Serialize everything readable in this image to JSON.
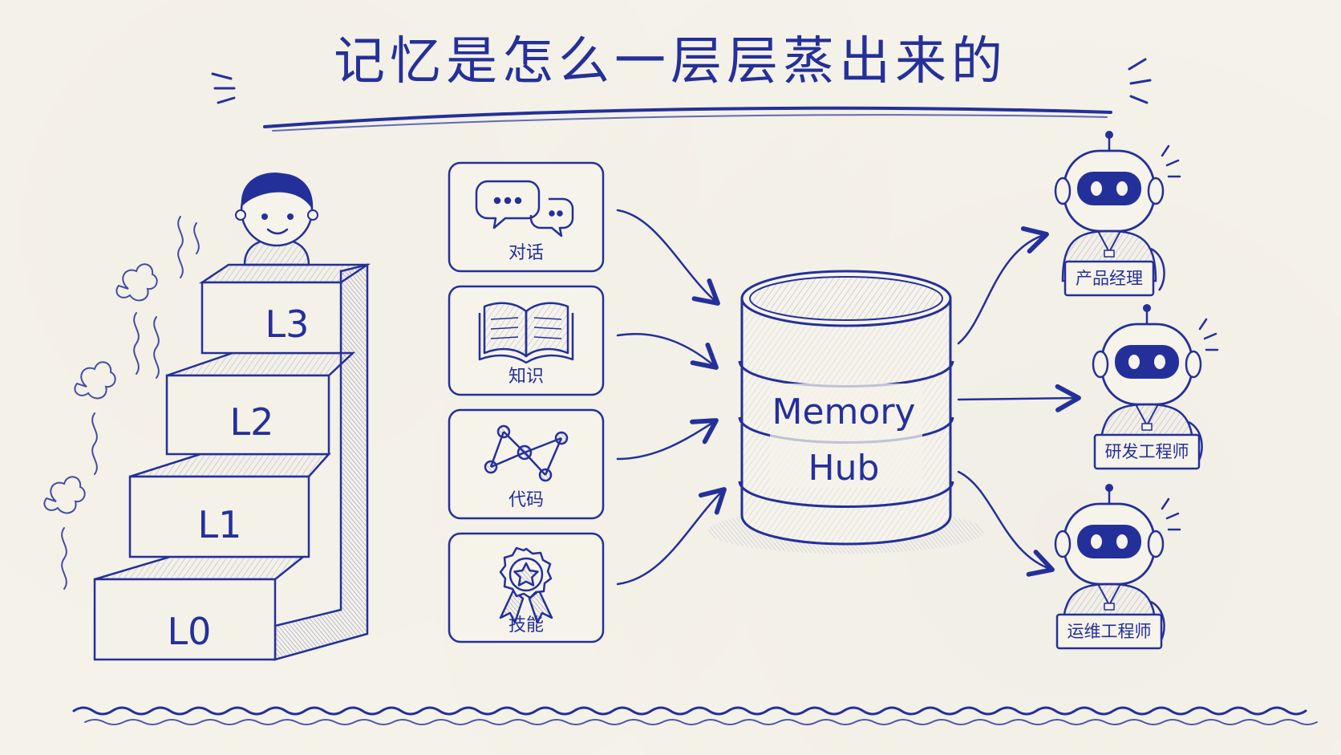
{
  "title": "记忆是怎么一层层蒸出来的",
  "levels": [
    "L0",
    "L1",
    "L2",
    "L3"
  ],
  "sources": [
    {
      "label": "对话",
      "icon": "chat-bubbles-icon"
    },
    {
      "label": "知识",
      "icon": "open-book-icon"
    },
    {
      "label": "代码",
      "icon": "node-graph-icon"
    },
    {
      "label": "技能",
      "icon": "badge-star-icon"
    }
  ],
  "hub": {
    "line1": "Memory",
    "line2": "Hub"
  },
  "agents": [
    "产品经理",
    "研发工程师",
    "运维工程师"
  ],
  "colors": {
    "ink": "#24309a",
    "paper": "#f6f3ea"
  }
}
